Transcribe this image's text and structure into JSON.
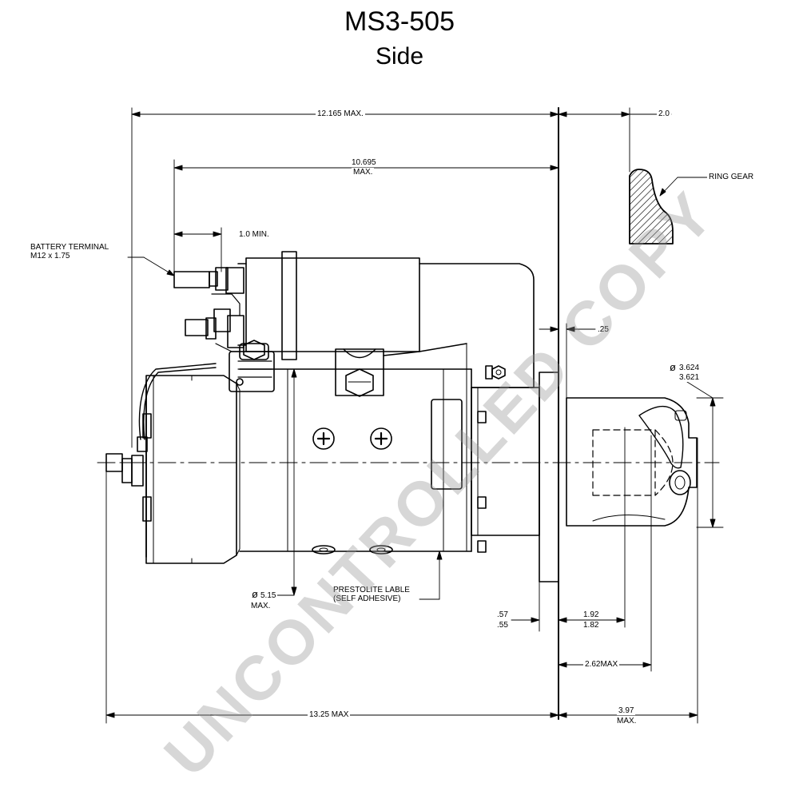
{
  "title": "MS3-505",
  "subtitle": "Side",
  "watermark": "UNCONTROLLED COPY",
  "labels": {
    "overall_length": "12.165 MAX.",
    "solenoid_length_1": "10.695",
    "solenoid_length_2": "MAX.",
    "terminal_min": "1.0 MIN.",
    "ring_gear_width": "2.0",
    "ring_gear": "RING GEAR",
    "battery_terminal_1": "BATTERY TERMINAL",
    "battery_terminal_2": "M12 x 1.75",
    "flange_gap": ".25",
    "pinion_dia_1": "3.624",
    "pinion_dia_2": "3.621",
    "body_dia_1": "5.15",
    "body_dia_2": "MAX.",
    "label_note_1": "PRESTOLITE LABLE",
    "label_note_2": "(SELF ADHESIVE)",
    "flange_thk_1": ".57",
    "flange_thk_2": ".55",
    "pinion_len_1": "1.92",
    "pinion_len_2": "1.82",
    "pinion_max": "2.62MAX",
    "total_length": "13.25 MAX",
    "nose_len_1": "3.97",
    "nose_len_2": "MAX."
  }
}
